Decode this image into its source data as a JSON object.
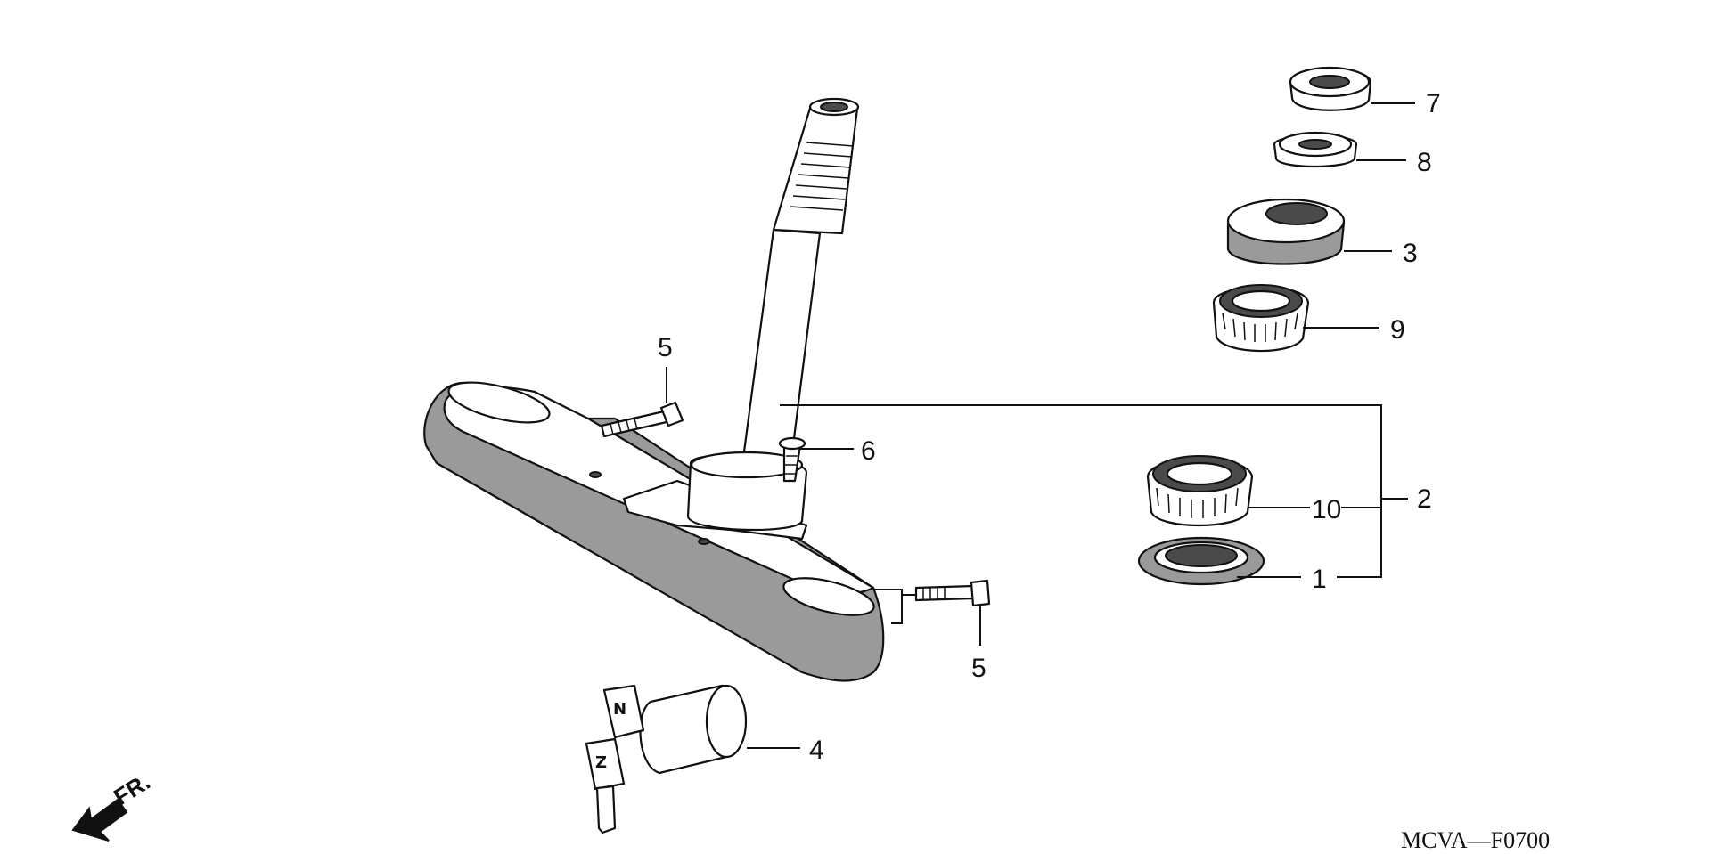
{
  "diagram": {
    "callouts": {
      "c1": "1",
      "c2": "2",
      "c3": "3",
      "c4": "4",
      "c5a": "5",
      "c5b": "5",
      "c6": "6",
      "c7": "7",
      "c8": "8",
      "c9": "9",
      "c10": "10"
    },
    "direction_label": "FR.",
    "diagram_code": "MCVA—F0700"
  },
  "colors": {
    "line": "#111111",
    "background": "#ffffff",
    "part_shading": "#9a9a9a"
  },
  "icons": {
    "direction": "front-direction-arrow-icon"
  }
}
